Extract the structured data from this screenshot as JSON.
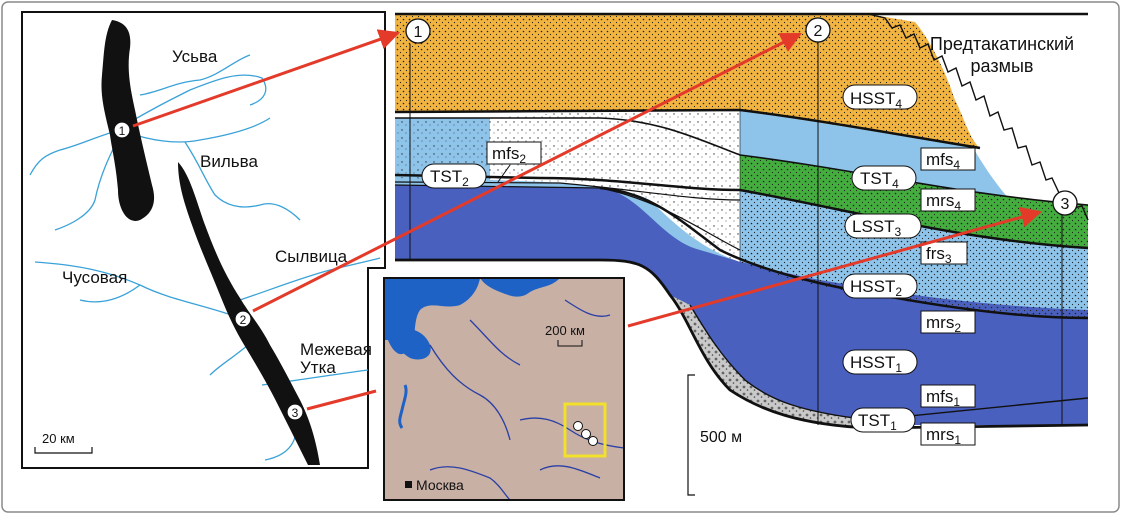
{
  "colors": {
    "orange": "#f2b441",
    "light_blue": "#8ec3ea",
    "dark_blue": "#4a60bf",
    "green": "#43ad3d",
    "arrow": "#e33a2a",
    "river": "#3aa2d8",
    "map_land": "#c8b0a5",
    "map_sea": "#1f62c6",
    "highlight": "#f2e02a"
  },
  "map": {
    "rivers": [
      {
        "name": "Усьва"
      },
      {
        "name": "Вильва"
      },
      {
        "name": "Сылвица"
      },
      {
        "name": "Чусовая"
      },
      {
        "name": "Межевая"
      },
      {
        "name": "Утка"
      }
    ],
    "scale": "20 км"
  },
  "inset": {
    "scale": "200 км",
    "city": "Москва"
  },
  "section": {
    "erosion_line1": "Предтакатинский",
    "erosion_line2": "размыв",
    "scale": "500 м",
    "sites": [
      "1",
      "2",
      "3"
    ]
  },
  "units": [
    {
      "main": "HSST",
      "sub": "4"
    },
    {
      "main": "mfs",
      "sub": "4"
    },
    {
      "main": "TST",
      "sub": "4"
    },
    {
      "main": "mrs",
      "sub": "4"
    },
    {
      "main": "LSST",
      "sub": "3"
    },
    {
      "main": "frs",
      "sub": "3"
    },
    {
      "main": "HSST",
      "sub": "2"
    },
    {
      "main": "mrs",
      "sub": "2"
    },
    {
      "main": "HSST",
      "sub": "1"
    },
    {
      "main": "mfs",
      "sub": "1"
    },
    {
      "main": "TST",
      "sub": "1"
    },
    {
      "main": "mrs",
      "sub": "1"
    },
    {
      "main": "mfs",
      "sub": "2"
    },
    {
      "main": "TST",
      "sub": "2"
    }
  ]
}
